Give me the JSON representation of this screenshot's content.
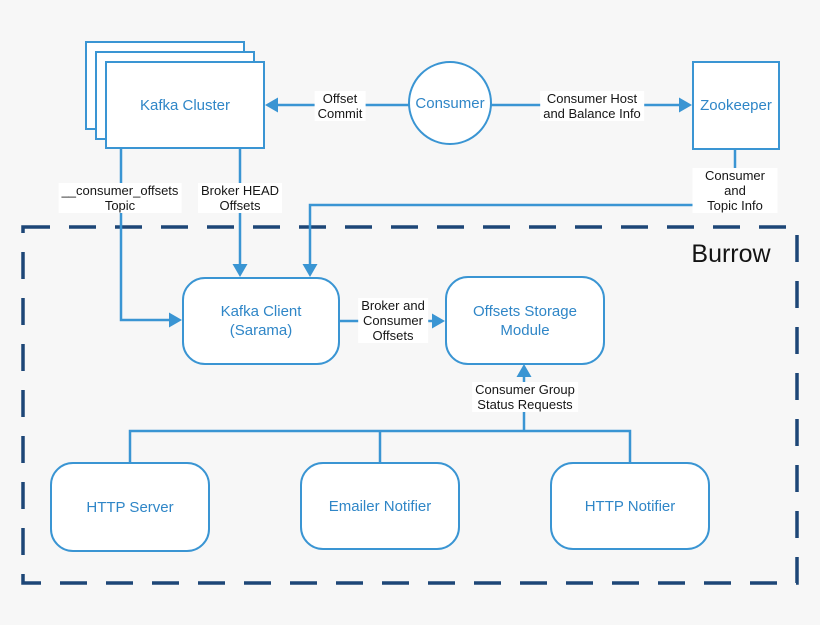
{
  "diagram": {
    "title": "Burrow",
    "colors": {
      "line_blue": "#3a95d3",
      "node_text_blue": "#2f86c7",
      "dashed_border_navy": "#1d4677",
      "background": "#f7f7f7",
      "node_fill": "#ffffff",
      "label_text": "#161616"
    },
    "nodes": {
      "kafka_cluster": {
        "label": "Kafka Cluster"
      },
      "consumer": {
        "label": "Consumer"
      },
      "zookeeper": {
        "label": "Zookeeper"
      },
      "kafka_client": {
        "label": "Kafka Client\n(Sarama)"
      },
      "offsets_storage": {
        "label": "Offsets Storage\nModule"
      },
      "http_server": {
        "label": "HTTP Server"
      },
      "emailer_notifier": {
        "label": "Emailer Notifier"
      },
      "http_notifier": {
        "label": "HTTP Notifier"
      }
    },
    "edge_labels": {
      "offset_commit": "Offset\nCommit",
      "consumer_host_balance": "Consumer Host\nand Balance Info",
      "consumer_offsets_topic": "__consumer_offsets\nTopic",
      "broker_head_offsets": "Broker HEAD\nOffsets",
      "consumer_topic_info": "Consumer and\nTopic Info",
      "broker_consumer_offsets": "Broker and\nConsumer\nOffsets",
      "consumer_group_status": "Consumer Group\nStatus Requests"
    }
  }
}
